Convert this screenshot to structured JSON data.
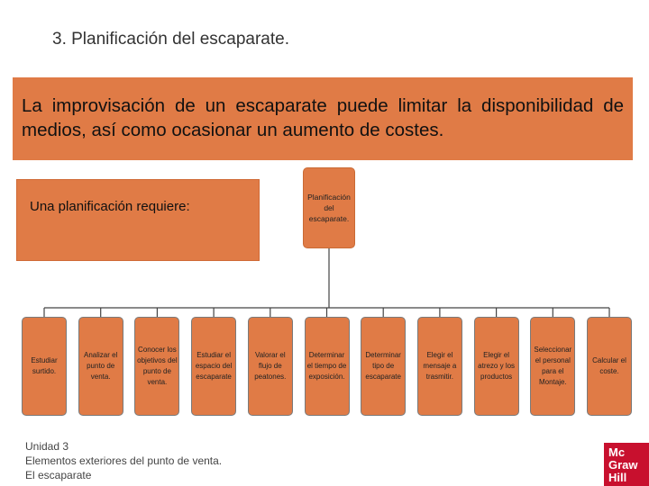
{
  "slide": {
    "title": "3. Planificación del escaparate.",
    "intro": "La improvisación de un escaparate puede limitar la disponibilidad de medios, así como ocasionar un aumento de costes.",
    "requires_label": "Una planificación requiere:"
  },
  "diagram": {
    "root": "Planificación del escaparate.",
    "children": [
      "Estudiar surtido.",
      "Analizar el punto de venta.",
      "Conocer los objetivos del punto de venta.",
      "Estudiar el espacio del escaparate",
      "Valorar el flujo de peatones.",
      "Determinar el tiempo de exposición.",
      "Determinar tipo de escaparate",
      "Elegir el mensaje a trasmitir.",
      "Elegir el atrezo y los productos",
      "Seleccionar el personal para el Montaje.",
      "Calcular el coste."
    ]
  },
  "footer": {
    "line1": "Unidad 3",
    "line2": "Elementos exteriores del punto de venta.",
    "line3": "El escaparate"
  },
  "logo": {
    "line1": "Mc",
    "line2": "Graw",
    "line3": "Hill"
  },
  "colors": {
    "accent": "#e07b46",
    "logo": "#c8102e"
  }
}
